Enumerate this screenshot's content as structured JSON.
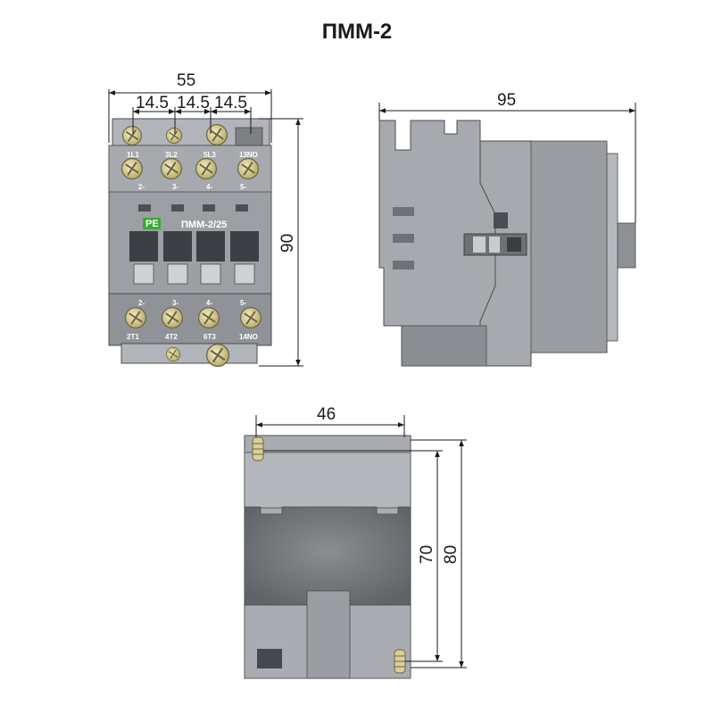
{
  "title": "ПММ-2",
  "front_view": {
    "model_label": "ПММ-2/25",
    "brand_mark": "PE",
    "top_terminal_labels": [
      "1L1",
      "3L2",
      "5L3",
      "13NO"
    ],
    "top_terminal_sublabels": [
      "2-",
      "3-",
      "4-",
      "5-"
    ],
    "bottom_terminal_sublabels": [
      "2-",
      "3-",
      "4-",
      "5-"
    ],
    "bottom_terminal_labels": [
      "2T1",
      "4T2",
      "6T3",
      "14NO"
    ],
    "dim_width": "55",
    "dim_pitch": [
      "14.5",
      "14.5",
      "14.5"
    ],
    "dim_height": "90"
  },
  "side_view": {
    "dim_depth": "95"
  },
  "bottom_view": {
    "dim_width": "46",
    "dim_mount": "70",
    "dim_height": "80"
  },
  "colors": {
    "body": "#9b9ea3",
    "body_dark": "#6f7276",
    "body_light": "#b7babe",
    "screw": "#d9cf9a",
    "brand_green": "#3aa935"
  }
}
